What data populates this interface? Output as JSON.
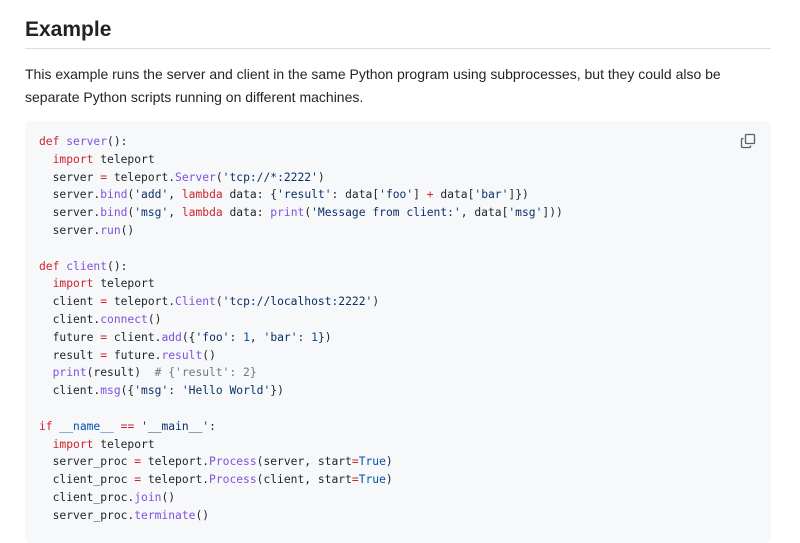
{
  "section": {
    "heading": "Example",
    "description": "This example runs the server and client in the same Python program using subprocesses, but they could also be separate Python scripts running on different machines."
  },
  "code_block": {
    "copy_icon": "copy-icon",
    "language": "python",
    "lines": [
      [
        [
          "k",
          "def"
        ],
        [
          "p",
          " "
        ],
        [
          "f",
          "server"
        ],
        [
          "p",
          "():"
        ]
      ],
      [
        [
          "p",
          "  "
        ],
        [
          "k",
          "import"
        ],
        [
          "p",
          " teleport"
        ]
      ],
      [
        [
          "p",
          "  server "
        ],
        [
          "k",
          "="
        ],
        [
          "p",
          " teleport."
        ],
        [
          "f",
          "Server"
        ],
        [
          "p",
          "("
        ],
        [
          "s",
          "'tcp://*:2222'"
        ],
        [
          "p",
          ")"
        ]
      ],
      [
        [
          "p",
          "  server."
        ],
        [
          "f",
          "bind"
        ],
        [
          "p",
          "("
        ],
        [
          "s",
          "'add'"
        ],
        [
          "p",
          ", "
        ],
        [
          "k",
          "lambda"
        ],
        [
          "p",
          " data: {"
        ],
        [
          "s",
          "'result'"
        ],
        [
          "p",
          ": data["
        ],
        [
          "s",
          "'foo'"
        ],
        [
          "p",
          "] "
        ],
        [
          "k",
          "+"
        ],
        [
          "p",
          " data["
        ],
        [
          "s",
          "'bar'"
        ],
        [
          "p",
          "]})"
        ]
      ],
      [
        [
          "p",
          "  server."
        ],
        [
          "f",
          "bind"
        ],
        [
          "p",
          "("
        ],
        [
          "s",
          "'msg'"
        ],
        [
          "p",
          ", "
        ],
        [
          "k",
          "lambda"
        ],
        [
          "p",
          " data: "
        ],
        [
          "f",
          "print"
        ],
        [
          "p",
          "("
        ],
        [
          "s",
          "'Message from client:'"
        ],
        [
          "p",
          ", data["
        ],
        [
          "s",
          "'msg'"
        ],
        [
          "p",
          "]))"
        ]
      ],
      [
        [
          "p",
          "  server."
        ],
        [
          "f",
          "run"
        ],
        [
          "p",
          "()"
        ]
      ],
      [],
      [
        [
          "k",
          "def"
        ],
        [
          "p",
          " "
        ],
        [
          "f",
          "client"
        ],
        [
          "p",
          "():"
        ]
      ],
      [
        [
          "p",
          "  "
        ],
        [
          "k",
          "import"
        ],
        [
          "p",
          " teleport"
        ]
      ],
      [
        [
          "p",
          "  client "
        ],
        [
          "k",
          "="
        ],
        [
          "p",
          " teleport."
        ],
        [
          "f",
          "Client"
        ],
        [
          "p",
          "("
        ],
        [
          "s",
          "'tcp://localhost:2222'"
        ],
        [
          "p",
          ")"
        ]
      ],
      [
        [
          "p",
          "  client."
        ],
        [
          "f",
          "connect"
        ],
        [
          "p",
          "()"
        ]
      ],
      [
        [
          "p",
          "  future "
        ],
        [
          "k",
          "="
        ],
        [
          "p",
          " client."
        ],
        [
          "f",
          "add"
        ],
        [
          "p",
          "({"
        ],
        [
          "s",
          "'foo'"
        ],
        [
          "p",
          ": "
        ],
        [
          "n",
          "1"
        ],
        [
          "p",
          ", "
        ],
        [
          "s",
          "'bar'"
        ],
        [
          "p",
          ": "
        ],
        [
          "n",
          "1"
        ],
        [
          "p",
          "})"
        ]
      ],
      [
        [
          "p",
          "  result "
        ],
        [
          "k",
          "="
        ],
        [
          "p",
          " future."
        ],
        [
          "f",
          "result"
        ],
        [
          "p",
          "()"
        ]
      ],
      [
        [
          "p",
          "  "
        ],
        [
          "f",
          "print"
        ],
        [
          "p",
          "(result)  "
        ],
        [
          "c",
          "# {'result': 2}"
        ]
      ],
      [
        [
          "p",
          "  client."
        ],
        [
          "f",
          "msg"
        ],
        [
          "p",
          "({"
        ],
        [
          "s",
          "'msg'"
        ],
        [
          "p",
          ": "
        ],
        [
          "s",
          "'Hello World'"
        ],
        [
          "p",
          "})"
        ]
      ],
      [],
      [
        [
          "k",
          "if"
        ],
        [
          "p",
          " "
        ],
        [
          "n",
          "__name__"
        ],
        [
          "p",
          " "
        ],
        [
          "k",
          "=="
        ],
        [
          "p",
          " "
        ],
        [
          "s",
          "'__main__'"
        ],
        [
          "p",
          ":"
        ]
      ],
      [
        [
          "p",
          "  "
        ],
        [
          "k",
          "import"
        ],
        [
          "p",
          " teleport"
        ]
      ],
      [
        [
          "p",
          "  server_proc "
        ],
        [
          "k",
          "="
        ],
        [
          "p",
          " teleport."
        ],
        [
          "f",
          "Process"
        ],
        [
          "p",
          "(server, start"
        ],
        [
          "k",
          "="
        ],
        [
          "n",
          "True"
        ],
        [
          "p",
          ")"
        ]
      ],
      [
        [
          "p",
          "  client_proc "
        ],
        [
          "k",
          "="
        ],
        [
          "p",
          " teleport."
        ],
        [
          "f",
          "Process"
        ],
        [
          "p",
          "(client, start"
        ],
        [
          "k",
          "="
        ],
        [
          "n",
          "True"
        ],
        [
          "p",
          ")"
        ]
      ],
      [
        [
          "p",
          "  client_proc."
        ],
        [
          "f",
          "join"
        ],
        [
          "p",
          "()"
        ]
      ],
      [
        [
          "p",
          "  server_proc."
        ],
        [
          "f",
          "terminate"
        ],
        [
          "p",
          "()"
        ]
      ]
    ]
  }
}
